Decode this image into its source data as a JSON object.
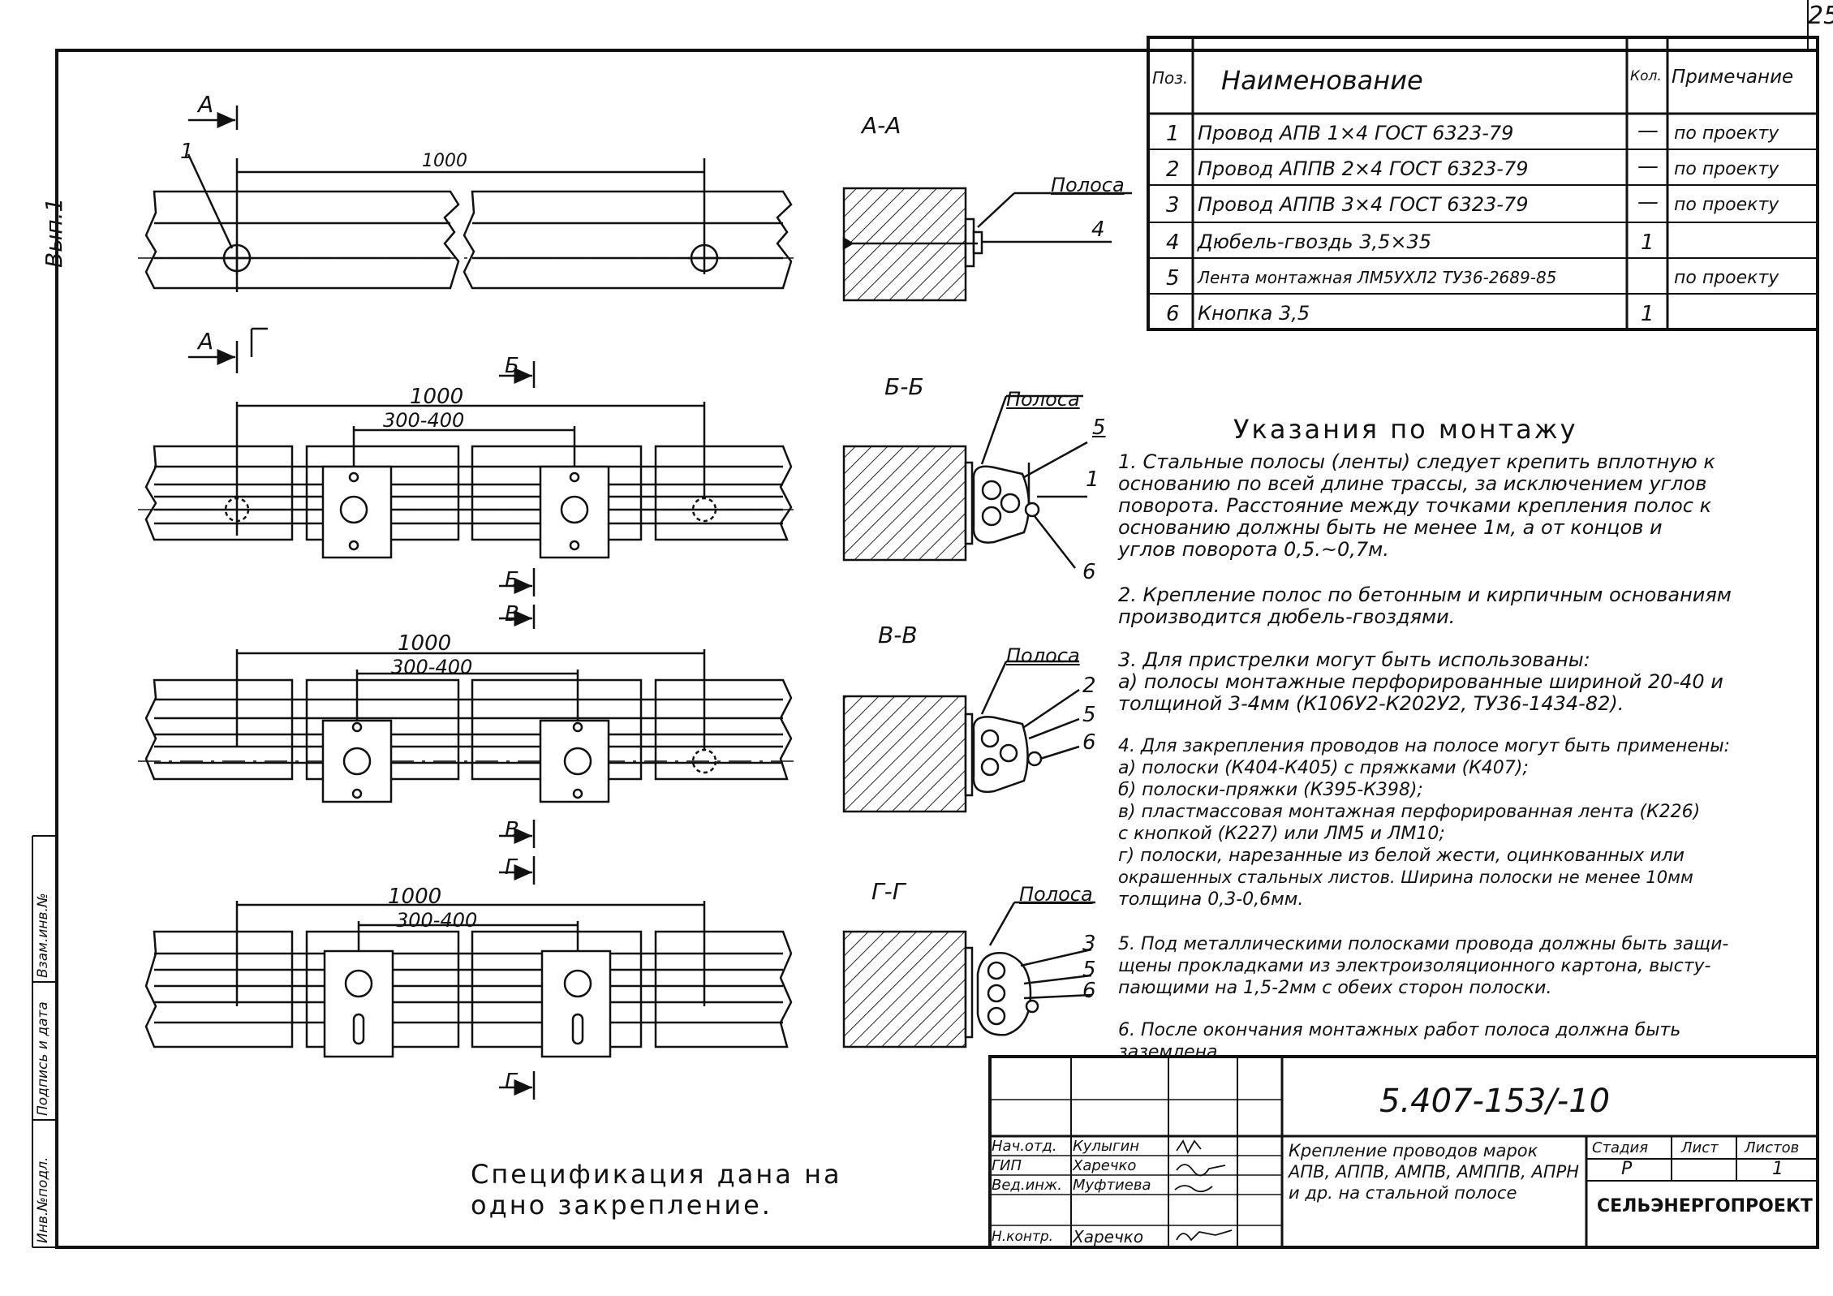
{
  "sheet_number": "25",
  "side_label": "Вып.1",
  "binding_labels": [
    "Инв.№подл.",
    "Подпись и дата",
    "Взам.инв.№"
  ],
  "sections": [
    {
      "id": "a",
      "cut": "А-А",
      "mark": "А",
      "dim_long": "1000",
      "dim_short": "",
      "strip_label": "Полоса",
      "callouts": [
        "4"
      ],
      "pos1": "1"
    },
    {
      "id": "b",
      "cut": "Б-Б",
      "mark": "Б",
      "dim_long": "1000",
      "dim_short": "300-400",
      "strip_label": "Полоса",
      "callouts": [
        "5",
        "1",
        "6"
      ]
    },
    {
      "id": "v",
      "cut": "В-В",
      "mark": "В",
      "dim_long": "1000",
      "dim_short": "300-400",
      "strip_label": "Полоса",
      "callouts": [
        "2",
        "5",
        "6"
      ]
    },
    {
      "id": "g",
      "cut": "Г-Г",
      "mark": "Г",
      "dim_long": "1000",
      "dim_short": "300-400",
      "strip_label": "Полоса",
      "callouts": [
        "3",
        "5",
        "6"
      ]
    }
  ],
  "spec": {
    "headers": {
      "pos": "Поз.",
      "name": "Наименование",
      "qty": "Кол.",
      "note": "Примечание"
    },
    "rows": [
      {
        "pos": "1",
        "name": "Провод АПВ 1×4   ГОСТ 6323-79",
        "qty": "—",
        "note": "по проекту"
      },
      {
        "pos": "2",
        "name": "Провод АППВ 2×4   ГОСТ 6323-79",
        "qty": "—",
        "note": "по проекту"
      },
      {
        "pos": "3",
        "name": "Провод АППВ 3×4   ГОСТ 6323-79",
        "qty": "—",
        "note": "по проекту"
      },
      {
        "pos": "4",
        "name": "Дюбель-гвоздь 3,5×35",
        "qty": "1",
        "note": ""
      },
      {
        "pos": "5",
        "name": "Лента монтажная ЛМ5УХЛ2 ТУ36-2689-85",
        "qty": "",
        "note": "по проекту"
      },
      {
        "pos": "6",
        "name": "Кнопка 3,5",
        "qty": "1",
        "note": ""
      }
    ]
  },
  "instructions": {
    "title": "Указания по монтажу",
    "lines": [
      "1. Стальные полосы (ленты) следует крепить вплотную к",
      "основанию по всей длине трассы, за исключением углов",
      "поворота. Расстояние между точками крепления полос к",
      "основанию должны быть не менее 1м, а от концов и",
      "углов поворота 0,5.~0,7м.",
      "2. Крепление полос по бетонным и кирпичным основаниям",
      "производится дюбель-гвоздями.",
      "3. Для пристрелки могут быть использованы:",
      "а) полосы монтажные перфорированные шириной 20-40 и",
      "толщиной 3-4мм (К106У2-К202У2, ТУ36-1434-82).",
      "4. Для закрепления проводов на полосе могут быть применены:",
      "а) полоски (К404-К405) с пряжками (К407);",
      "б) полоски-пряжки (К395-К398);",
      "в) пластмассовая монтажная перфорированная лента (К226)",
      "с кнопкой (К227) или ЛМ5 и ЛМ10;",
      "г) полоски, нарезанные из белой жести, оцинкованных или",
      "окрашенных стальных листов. Ширина полоски не менее 10мм",
      "толщина 0,3-0,6мм.",
      "5. Под металлическими полосками провода должны быть защи-",
      "щены прокладками из электроизоляционного картона, высту-",
      "пающими на 1,5-2мм с обеих сторон полоски.",
      "6. После окончания монтажных работ полоса должна быть",
      "заземлена."
    ]
  },
  "note": [
    "Спецификация дана на",
    "одно закрепление."
  ],
  "title_block": {
    "doc_code": "5.407-153/-10",
    "title_lines": [
      "Крепление проводов марок",
      "АПВ, АППВ, АМПВ, АМППВ, АПРН",
      "и др. на стальной полосе"
    ],
    "roles": [
      {
        "role": "Нач.отд.",
        "name": "Кулыгин"
      },
      {
        "role": "ГИП",
        "name": "Харечко"
      },
      {
        "role": "Вед.инж.",
        "name": "Муфтиева"
      },
      {
        "role": "Н.контр.",
        "name": "Харечко"
      }
    ],
    "stage_label": "Стадия",
    "sheet_label": "Лист",
    "sheets_label": "Листов",
    "stage": "Р",
    "sheets": "1",
    "org": "СЕЛЬЭНЕРГОПРОЕКТ"
  }
}
